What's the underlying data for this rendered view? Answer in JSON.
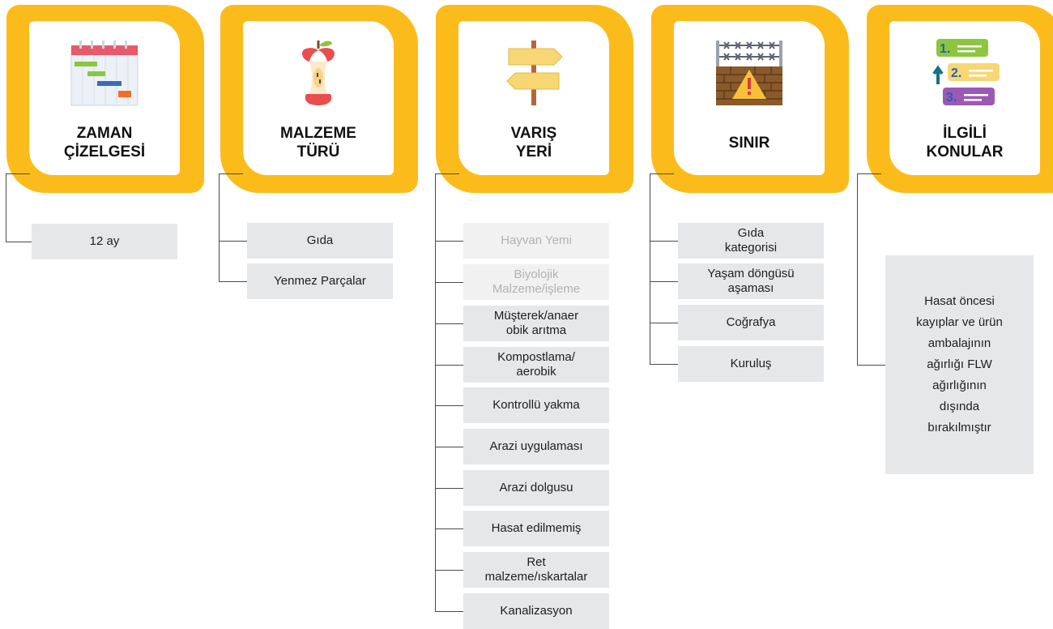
{
  "categories": [
    {
      "title": "ZAMAN\nÇİZELGESİ",
      "icon": "gantt-calendar-icon",
      "items": [
        "12 ay"
      ]
    },
    {
      "title": "MALZEME\nTÜRÜ",
      "icon": "apple-core-icon",
      "items": [
        "Gıda",
        "Yenmez Parçalar"
      ]
    },
    {
      "title": "VARIŞ\nYERİ",
      "icon": "signpost-icon",
      "items": [
        "Hayvan Yemi",
        "Biyolojik\nMalzeme/işleme",
        "Müşterek/anaer\nobik arıtma",
        "Kompostlama/\naerobik",
        "Kontrollü yakma",
        "Arazi uygulaması",
        "Arazi dolgusu",
        "Hasat edilmemiş",
        "Ret\nmalzeme/ıskartalar",
        "Kanalizasyon"
      ],
      "dimmed_items": [
        "Hayvan Yemi",
        "Biyolojik\nMalzeme/işleme"
      ]
    },
    {
      "title": "SINIR",
      "icon": "border-wall-warning-icon",
      "items": [
        "Gıda\nkategorisi",
        "Yaşam döngüsü\naşaması",
        "Coğrafya",
        "Kuruluş"
      ]
    },
    {
      "title": "İLGİLİ\nKONULAR",
      "icon": "numbered-list-icon",
      "items": [
        "Hasat öncesi\nkayıplar ve ürün\nambalajının\nağırlığı FLW\nağırlığının\ndışında\nbırakılmıştır"
      ]
    }
  ],
  "colors": {
    "card_frame": "#fbbc1b",
    "box": "#e6e7e8",
    "box_dim": "#f1f1f2",
    "connector": "#4a4a4a"
  },
  "icon_labels": {
    "list_1": "1.",
    "list_2": "2.",
    "list_3": "3."
  }
}
